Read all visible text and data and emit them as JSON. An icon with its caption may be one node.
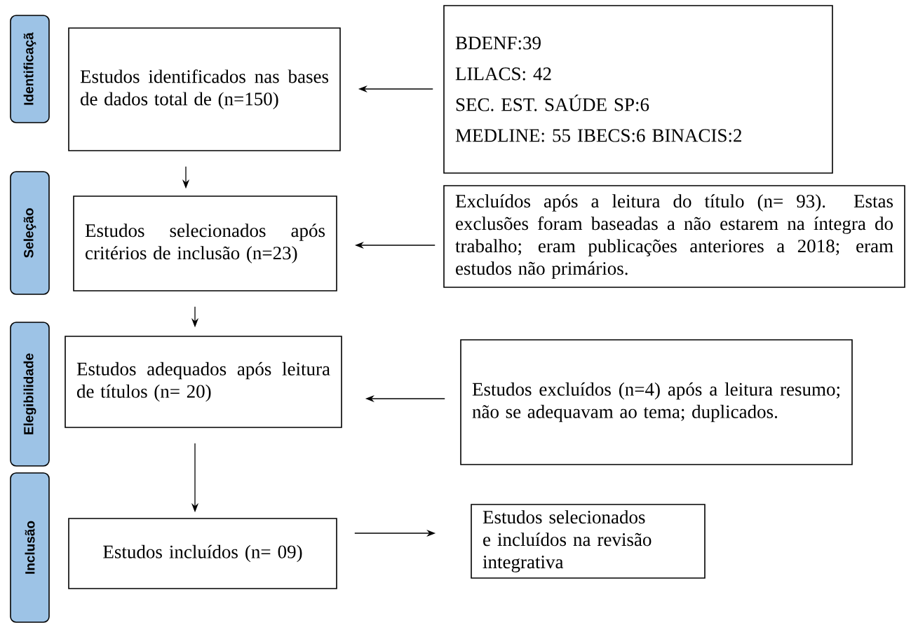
{
  "diagram": {
    "nodes": [
      {
        "text": [
          "Identificaçã"
        ]
      },
      {
        "text": [
          "Seleção"
        ]
      },
      {
        "text": [
          "Elegibilidade"
        ]
      },
      {
        "text": [
          "Inclusão"
        ]
      },
      {
        "text": [
          "Estudos identificados nas bases de dados total de (n=150)"
        ]
      },
      {
        "text": [
          "BDENF:39",
          "LILACS: 42",
          "SEC. EST. SAÚDE SP:6",
          "MEDLINE: 55 IBECS:6   BINACIS:2"
        ]
      },
      {
        "text": [
          "Estudos selecionados após critérios de inclusão (n=23)"
        ]
      },
      {
        "text": [
          "Excluídos após a leitura do título (n= 93). Estas exclusões foram baseadas a não estarem na íntegra do trabalho; eram publicações anteriores a 2018; eram estudos não primários."
        ]
      },
      {
        "text": [
          "Estudos adequados após leitura de títulos (n= 20)"
        ]
      },
      {
        "text": [
          "Estudos excluídos (n=4) após a leitura resumo; não se adequavam ao tema; duplicados."
        ]
      },
      {
        "text": [
          "Estudos incluídos (n= 09)"
        ]
      },
      {
        "text": [
          "Estudos selecionados e incluídos na revisão integrativa"
        ]
      }
    ],
    "edges": [
      {
        "from": 5,
        "to": 4,
        "arrow": "to"
      },
      {
        "from": 4,
        "to": 6,
        "arrow": "to"
      },
      {
        "from": 7,
        "to": 6,
        "arrow": "to"
      },
      {
        "from": 6,
        "to": 8,
        "arrow": "to"
      },
      {
        "from": 9,
        "to": 8,
        "arrow": "to"
      },
      {
        "from": 8,
        "to": 10,
        "arrow": "to"
      },
      {
        "from": 10,
        "to": 11,
        "arrow": "to"
      }
    ]
  }
}
